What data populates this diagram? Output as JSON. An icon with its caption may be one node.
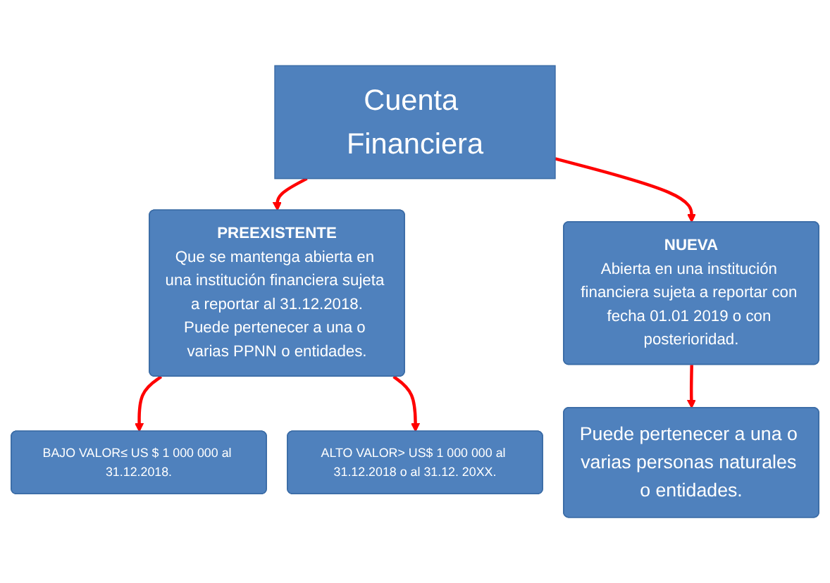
{
  "diagram": {
    "nodes": [
      {
        "text": [
          "Cuenta Financiera"
        ]
      },
      {
        "text": [
          "PREEXISTENTE",
          "Que se mantenga abierta en una institución financiera sujeta a reportar al 31.12.2018.",
          "Puede pertenecer a una o varias PPNN o entidades."
        ]
      },
      {
        "text": [
          "NUEVA",
          "Abierta en una institución financiera sujeta a reportar con fecha 01.01 2019 o con posterioridad."
        ]
      },
      {
        "text": [
          "BAJO VALOR≤ US $ 1 000 000 al 31.12.2018."
        ]
      },
      {
        "text": [
          "ALTO VALOR> US$ 1 000 000 al 31.12.2018 o al 31.12. 20XX."
        ]
      },
      {
        "text": [
          "Puede pertenecer a una o varias personas naturales o entidades."
        ]
      }
    ],
    "edges": [
      {
        "from": 0,
        "to": 1,
        "arrow": "to"
      },
      {
        "from": 0,
        "to": 2,
        "arrow": "to"
      },
      {
        "from": 1,
        "to": 3,
        "arrow": "to"
      },
      {
        "from": 1,
        "to": 4,
        "arrow": "to"
      },
      {
        "from": 2,
        "to": 5,
        "arrow": "to"
      }
    ]
  }
}
